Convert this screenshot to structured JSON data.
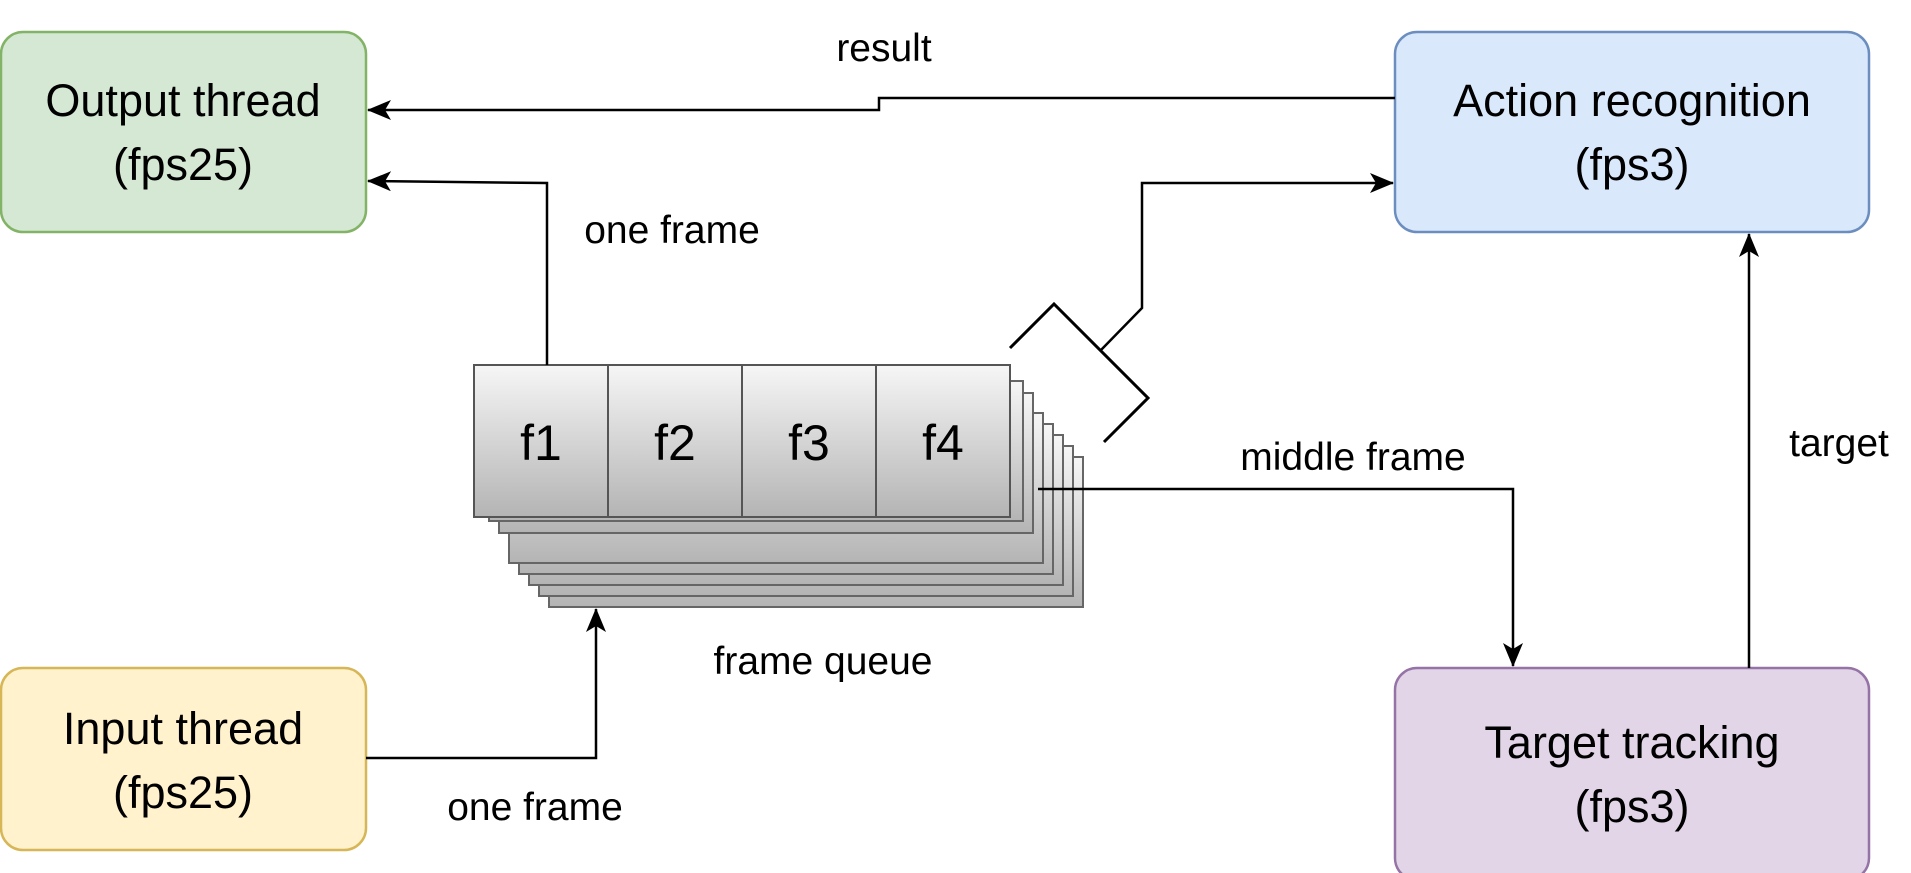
{
  "nodes": {
    "output_thread": {
      "line1": "Output thread",
      "line2": "(fps25)",
      "fill": "#d5e8d4",
      "stroke": "#82b366"
    },
    "input_thread": {
      "line1": "Input thread",
      "line2": "(fps25)",
      "fill": "#fff2cc",
      "stroke": "#d6b656"
    },
    "action_recognition": {
      "line1": "Action recognition",
      "line2": "(fps3)",
      "fill": "#dae8fc",
      "stroke": "#6c8ebf"
    },
    "target_tracking": {
      "line1": "Target tracking",
      "line2": "(fps3)",
      "fill": "#e1d5e7",
      "stroke": "#9673a6"
    }
  },
  "queue": {
    "cells": [
      "f1",
      "f2",
      "f3",
      "f4"
    ],
    "label": "frame queue"
  },
  "edges": {
    "result": "result",
    "one_frame_out": "one frame",
    "one_frame_in": "one frame",
    "middle_frame": "middle frame",
    "target": "target"
  }
}
